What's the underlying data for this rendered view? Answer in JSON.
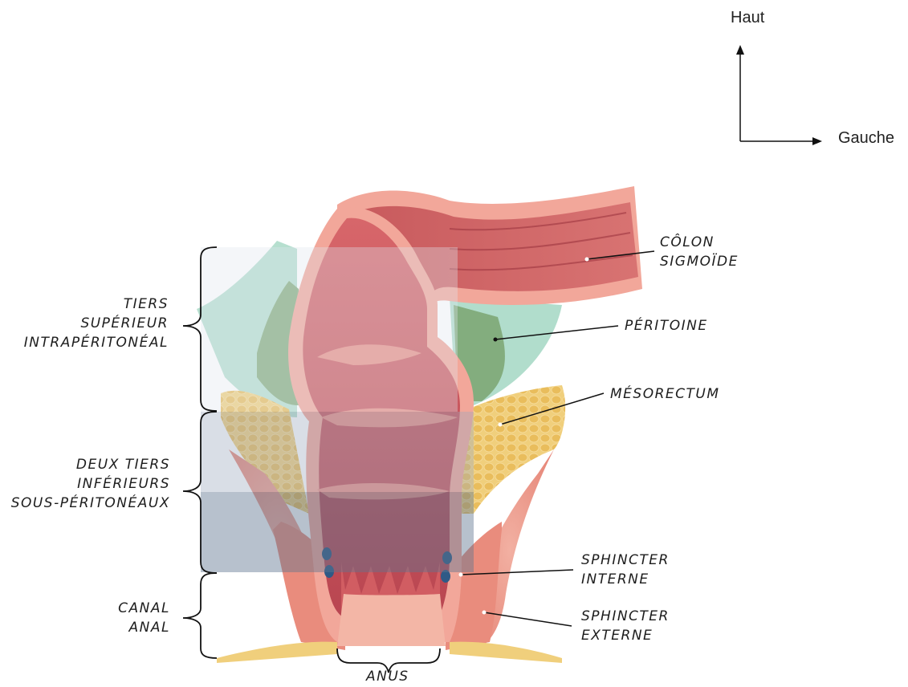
{
  "orientation": {
    "up_label": "Haut",
    "left_label": "Gauche"
  },
  "regions": [
    {
      "lines": [
        "TIERS",
        "SUPÉRIEUR",
        "INTRAPÉRITONÉAL"
      ]
    },
    {
      "lines": [
        "DEUX TIERS",
        "INFÉRIEURS",
        "SOUS-PÉRITONÉAUX"
      ]
    },
    {
      "lines": [
        "CANAL",
        "ANAL"
      ]
    }
  ],
  "labels": {
    "colon": [
      "CÔLON",
      "SIGMOÏDE"
    ],
    "peritoine": "PÉRITOINE",
    "mesorectum": "MÉSORECTUM",
    "sphincter_interne": [
      "SPHINCTER",
      "INTERNE"
    ],
    "sphincter_externe": [
      "SPHINCTER",
      "EXTERNE"
    ],
    "anus": "ANUS"
  },
  "colors": {
    "tissue": "#e8897f",
    "lumen": "#c9555a",
    "fat": "#e8c46a",
    "peritoneum": "#9fd3bf",
    "band": "#8a9bb0"
  }
}
